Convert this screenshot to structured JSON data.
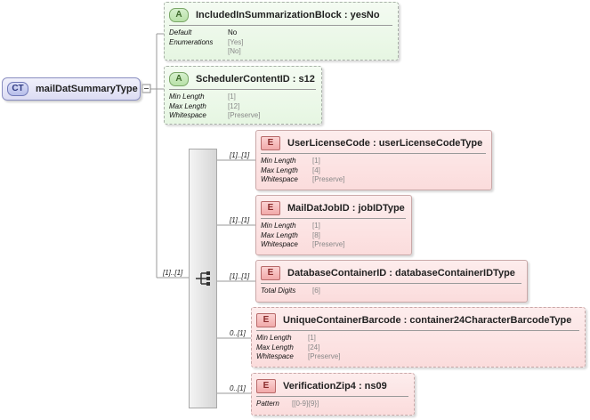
{
  "complex_type": {
    "badge": "CT",
    "name": "mailDatSummaryType"
  },
  "attributes": [
    {
      "badge": "A",
      "title": "IncludedInSummarizationBlock : yesNo",
      "facets": [
        {
          "key": "Default",
          "values": [
            "No"
          ],
          "strong": true
        },
        {
          "key": "Enumerations",
          "values": [
            "[Yes]",
            "[No]"
          ],
          "strong": false
        }
      ]
    },
    {
      "badge": "A",
      "title": "SchedulerContentID : s12",
      "facets": [
        {
          "key": "Min Length",
          "values": [
            "[1]"
          ]
        },
        {
          "key": "Max Length",
          "values": [
            "[12]"
          ]
        },
        {
          "key": "Whitespace",
          "values": [
            "[Preserve]"
          ]
        }
      ]
    }
  ],
  "sequence": {
    "cardinality": "[1]..[1]"
  },
  "elements": [
    {
      "badge": "E",
      "cardinality": "[1]..[1]",
      "title": "UserLicenseCode : userLicenseCodeType",
      "facets": [
        {
          "key": "Min Length",
          "values": [
            "[1]"
          ]
        },
        {
          "key": "Max Length",
          "values": [
            "[4]"
          ]
        },
        {
          "key": "Whitespace",
          "values": [
            "[Preserve]"
          ]
        }
      ]
    },
    {
      "badge": "E",
      "cardinality": "[1]..[1]",
      "title": "MailDatJobID : jobIDType",
      "facets": [
        {
          "key": "Min Length",
          "values": [
            "[1]"
          ]
        },
        {
          "key": "Max Length",
          "values": [
            "[8]"
          ]
        },
        {
          "key": "Whitespace",
          "values": [
            "[Preserve]"
          ]
        }
      ]
    },
    {
      "badge": "E",
      "cardinality": "[1]..[1]",
      "title": "DatabaseContainerID : databaseContainerIDType",
      "facets": [
        {
          "key": "Total Digits",
          "values": [
            "[6]"
          ]
        }
      ]
    },
    {
      "badge": "E",
      "cardinality": "0..[1]",
      "title": "UniqueContainerBarcode : container24CharacterBarcodeType",
      "facets": [
        {
          "key": "Min Length",
          "values": [
            "[1]"
          ]
        },
        {
          "key": "Max Length",
          "values": [
            "[24]"
          ]
        },
        {
          "key": "Whitespace",
          "values": [
            "[Preserve]"
          ]
        }
      ]
    },
    {
      "badge": "E",
      "cardinality": "0..[1]",
      "title": "VerificationZip4 : ns09",
      "facets": [
        {
          "key": "Pattern",
          "values": [
            "[[0-9]{9}]"
          ]
        }
      ]
    }
  ]
}
